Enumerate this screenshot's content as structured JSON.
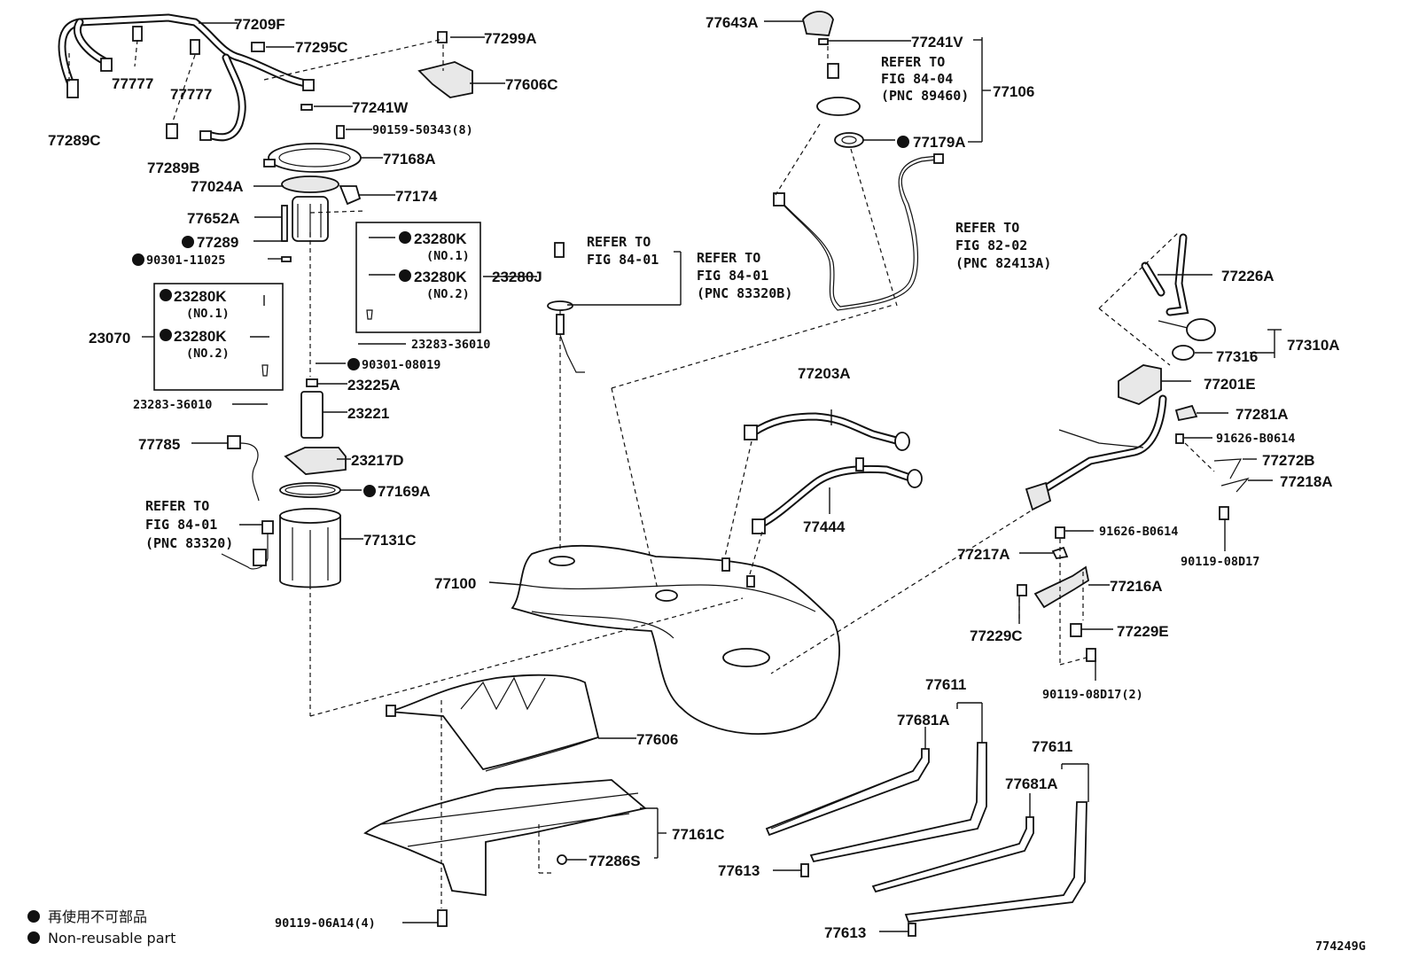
{
  "labels": {
    "p77209F": "77209F",
    "p77295C": "77295C",
    "p77299A": "77299A",
    "p77777a": "77777",
    "p77777b": "77777",
    "p77606C": "77606C",
    "p77289C": "77289C",
    "p77289B": "77289B",
    "p77241W": "77241W",
    "p90159": "90159-50343(8)",
    "p77168A": "77168A",
    "p77024A": "77024A",
    "p77174": "77174",
    "p77652A": "77652A",
    "p77289": "77289",
    "p90301_11025": "90301-11025",
    "p23280K_1a": "23280K",
    "no1a": "(NO.1)",
    "p23280K_2a": "23280K",
    "no2a": "(NO.2)",
    "p23280J": "23280J",
    "p23070": "23070",
    "p23280K_1b": "23280K",
    "no1b": "(NO.1)",
    "p23280K_2b": "23280K",
    "no2b": "(NO.2)",
    "p23283a": "23283-36010",
    "p90301_08019": "90301-08019",
    "p23225A": "23225A",
    "p23283b": "23283-36010",
    "p23221": "23221",
    "p77785": "77785",
    "p23217D": "23217D",
    "p77169A": "77169A",
    "p77131C": "77131C",
    "p77100": "77100",
    "p77606": "77606",
    "p77161C": "77161C",
    "p77286S": "77286S",
    "p90119_06A14": "90119-06A14(4)",
    "p77643A": "77643A",
    "p77241V": "77241V",
    "p77106": "77106",
    "p77179A": "77179A",
    "p77203A": "77203A",
    "p77444": "77444",
    "p77226A": "77226A",
    "p77310A": "77310A",
    "p77316": "77316",
    "p77201E": "77201E",
    "p77281A": "77281A",
    "p91626a": "91626-B0614",
    "p77272B": "77272B",
    "p77218A": "77218A",
    "p91626b": "91626-B0614",
    "p90119_08D17": "90119-08D17",
    "p77217A": "77217A",
    "p77216A": "77216A",
    "p77229C": "77229C",
    "p77229E": "77229E",
    "p90119_08D17_2": "90119-08D17(2)",
    "p77611a": "77611",
    "p77681Aa": "77681A",
    "p77611b": "77611",
    "p77681Ab": "77681A",
    "p77613a": "77613",
    "p77613b": "77613",
    "figure_id": "774249G"
  },
  "refer_notes": {
    "fig8404": [
      "REFER TO",
      "FIG 84-04",
      "(PNC 89460)"
    ],
    "fig8202": [
      "REFER TO",
      "FIG 82-02",
      "(PNC 82413A)"
    ],
    "fig8401a": [
      "REFER TO",
      "FIG 84-01"
    ],
    "fig8401b": [
      "REFER TO",
      "FIG 84-01",
      "(PNC 83320B)"
    ],
    "fig8401c": [
      "REFER TO",
      "FIG 84-01",
      "(PNC 83320)"
    ]
  },
  "legend": {
    "cn": "再使用不可部品",
    "en": "Non-reusable part"
  }
}
